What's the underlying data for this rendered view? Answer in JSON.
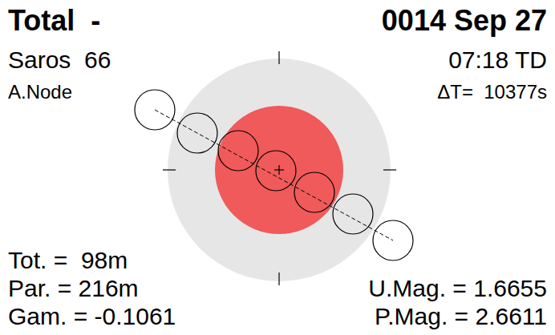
{
  "diagram": {
    "title": "Total  -",
    "labels": [
      "0014 Sep 27",
      "Saros  66",
      "07:18 TD",
      "A.Node",
      "ΔT=  10377s",
      "Tot. =  98m",
      "Par. = 216m",
      "Gam. = -0.1061",
      "U.Mag. = 1.6655",
      "P.Mag. = 2.6611"
    ]
  }
}
